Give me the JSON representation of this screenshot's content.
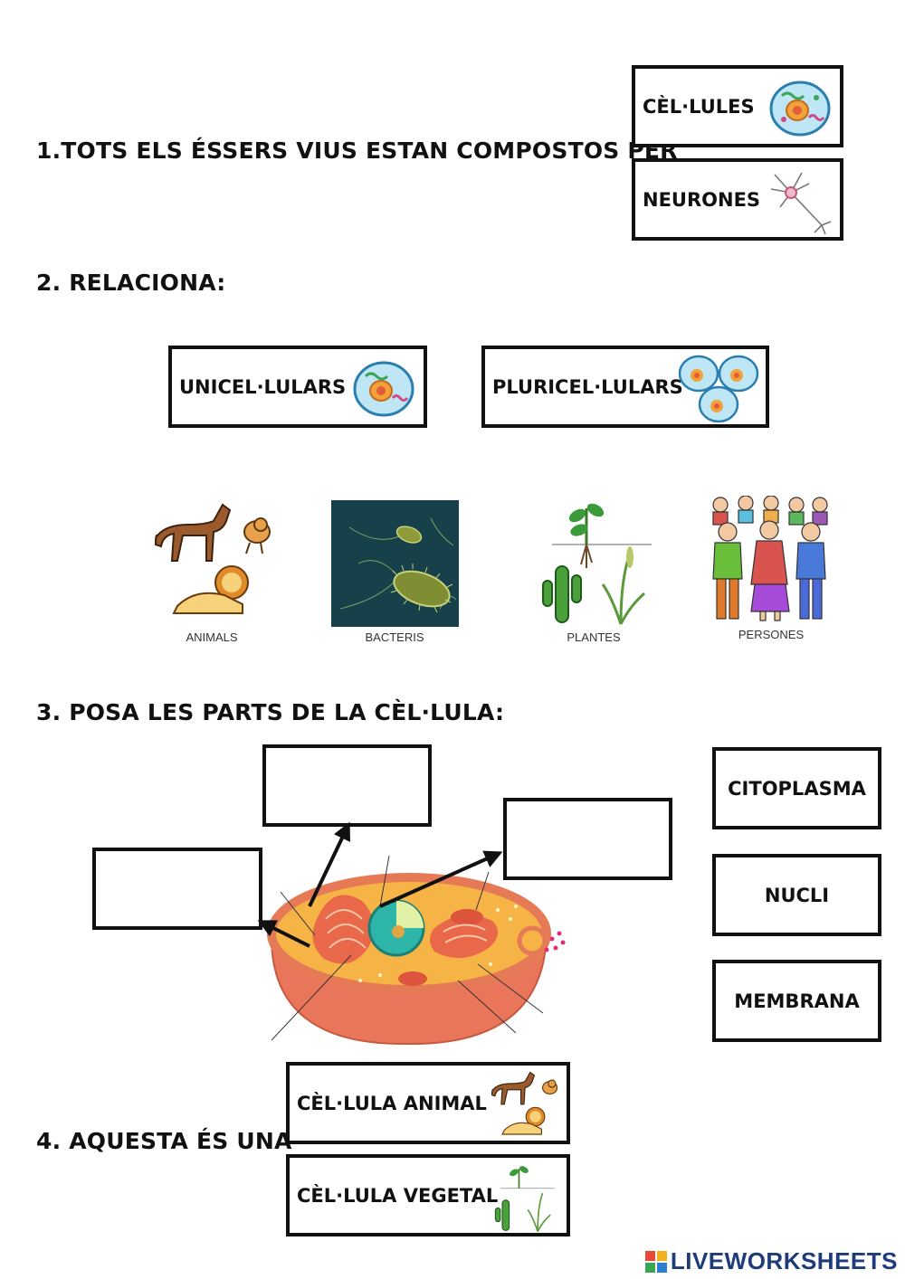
{
  "q1": {
    "text": "1.TOTS ELS ÉSSERS VIUS ESTAN COMPOSTOS PER",
    "options": [
      "CÈL·LULES",
      "NEURONES"
    ]
  },
  "q2": {
    "text": "2. RELACIONA:",
    "options": [
      "UNICEL·LULARS",
      "PLURICEL·LULARS"
    ],
    "images": [
      "ANIMALS",
      "BACTERIS",
      "PLANTES",
      "PERSONES"
    ]
  },
  "q3": {
    "text": "3. POSA LES PARTS DE LA CÈL·LULA:",
    "options": [
      "CITOPLASMA",
      "NUCLI",
      "MEMBRANA"
    ]
  },
  "q4": {
    "text": "4. AQUESTA ÉS UNA",
    "options": [
      "CÈL·LULA ANIMAL",
      "CÈL·LULA VEGETAL"
    ]
  },
  "branding": {
    "logo_text": "LIVEWORKSHEETS",
    "colors": {
      "logo": "#1e3c7a",
      "cell_cytoplasm": "#f7b64a",
      "cell_membrane": "#ec7f5a",
      "nucleus": "#2db5a8",
      "organelles": "#e8604a"
    }
  }
}
